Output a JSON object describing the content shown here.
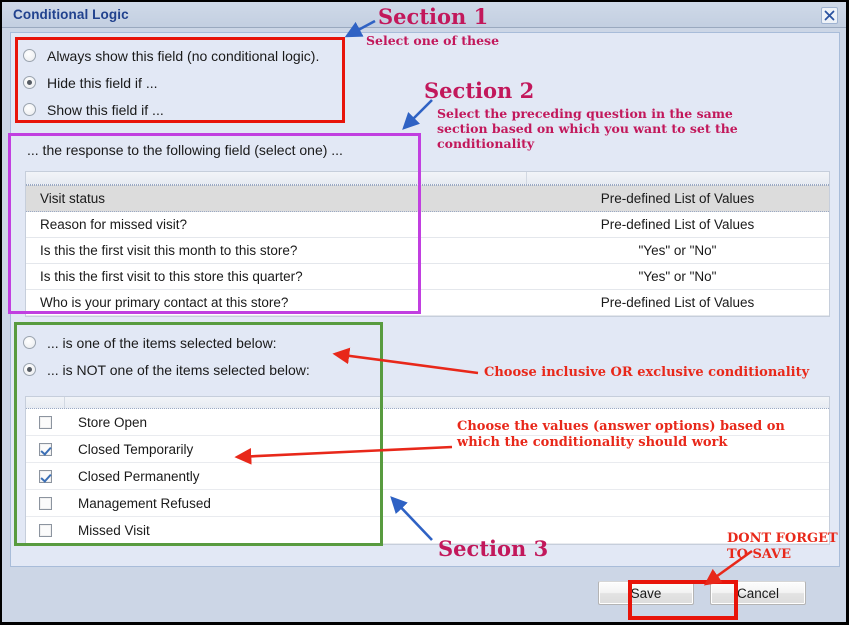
{
  "window": {
    "title": "Conditional Logic",
    "close_icon": "close-x-icon"
  },
  "section1": {
    "options": [
      {
        "label": "Always show this field (no conditional logic).",
        "checked": false
      },
      {
        "label": "Hide this field if ...",
        "checked": true
      },
      {
        "label": "Show this field if ...",
        "checked": false
      }
    ]
  },
  "section2": {
    "label": "... the response to the following field (select one) ...",
    "rows": [
      {
        "name": "Visit status",
        "type": "Pre-defined List of Values",
        "selected": true
      },
      {
        "name": "Reason for missed visit?",
        "type": "Pre-defined List of Values",
        "selected": false
      },
      {
        "name": "Is this the first visit this month to this store?",
        "type": "\"Yes\" or \"No\"",
        "selected": false
      },
      {
        "name": "Is this the first visit to this store this quarter?",
        "type": "\"Yes\" or \"No\"",
        "selected": false
      },
      {
        "name": "Who is your primary contact at this store?",
        "type": "Pre-defined List of Values",
        "selected": false
      }
    ]
  },
  "section3": {
    "options": [
      {
        "label": "... is one of the items selected below:",
        "checked": false
      },
      {
        "label": "... is NOT one of the items selected below:",
        "checked": true
      }
    ],
    "values": [
      {
        "label": "Store Open",
        "checked": false
      },
      {
        "label": "Closed Temporarily",
        "checked": true
      },
      {
        "label": "Closed Permanently",
        "checked": true
      },
      {
        "label": "Management Refused",
        "checked": false
      },
      {
        "label": "Missed Visit",
        "checked": false
      }
    ]
  },
  "footer": {
    "save_label": "Save",
    "cancel_label": "Cancel"
  },
  "annotations": {
    "section1_heading": "Section 1",
    "section1_note": "Select one of these",
    "section2_heading": "Section 2",
    "section2_note": "Select the preceding question in the same\nsection based on which you want to set the\nconditionality",
    "section3_heading": "Section 3",
    "note_inclusive": "Choose inclusive OR exclusive conditionality",
    "note_values": "Choose the values (answer options) based on\nwhich the conditionality should work",
    "note_save": "DONT FORGET\nTO SAVE"
  },
  "colors": {
    "accent_pink": "#c2185b",
    "accent_red": "#e8281a",
    "box_red": "#e8140a",
    "box_purple": "#c13fe0",
    "box_green": "#589b3f",
    "arrow_blue": "#2f62c4",
    "title_blue": "#21428e"
  }
}
